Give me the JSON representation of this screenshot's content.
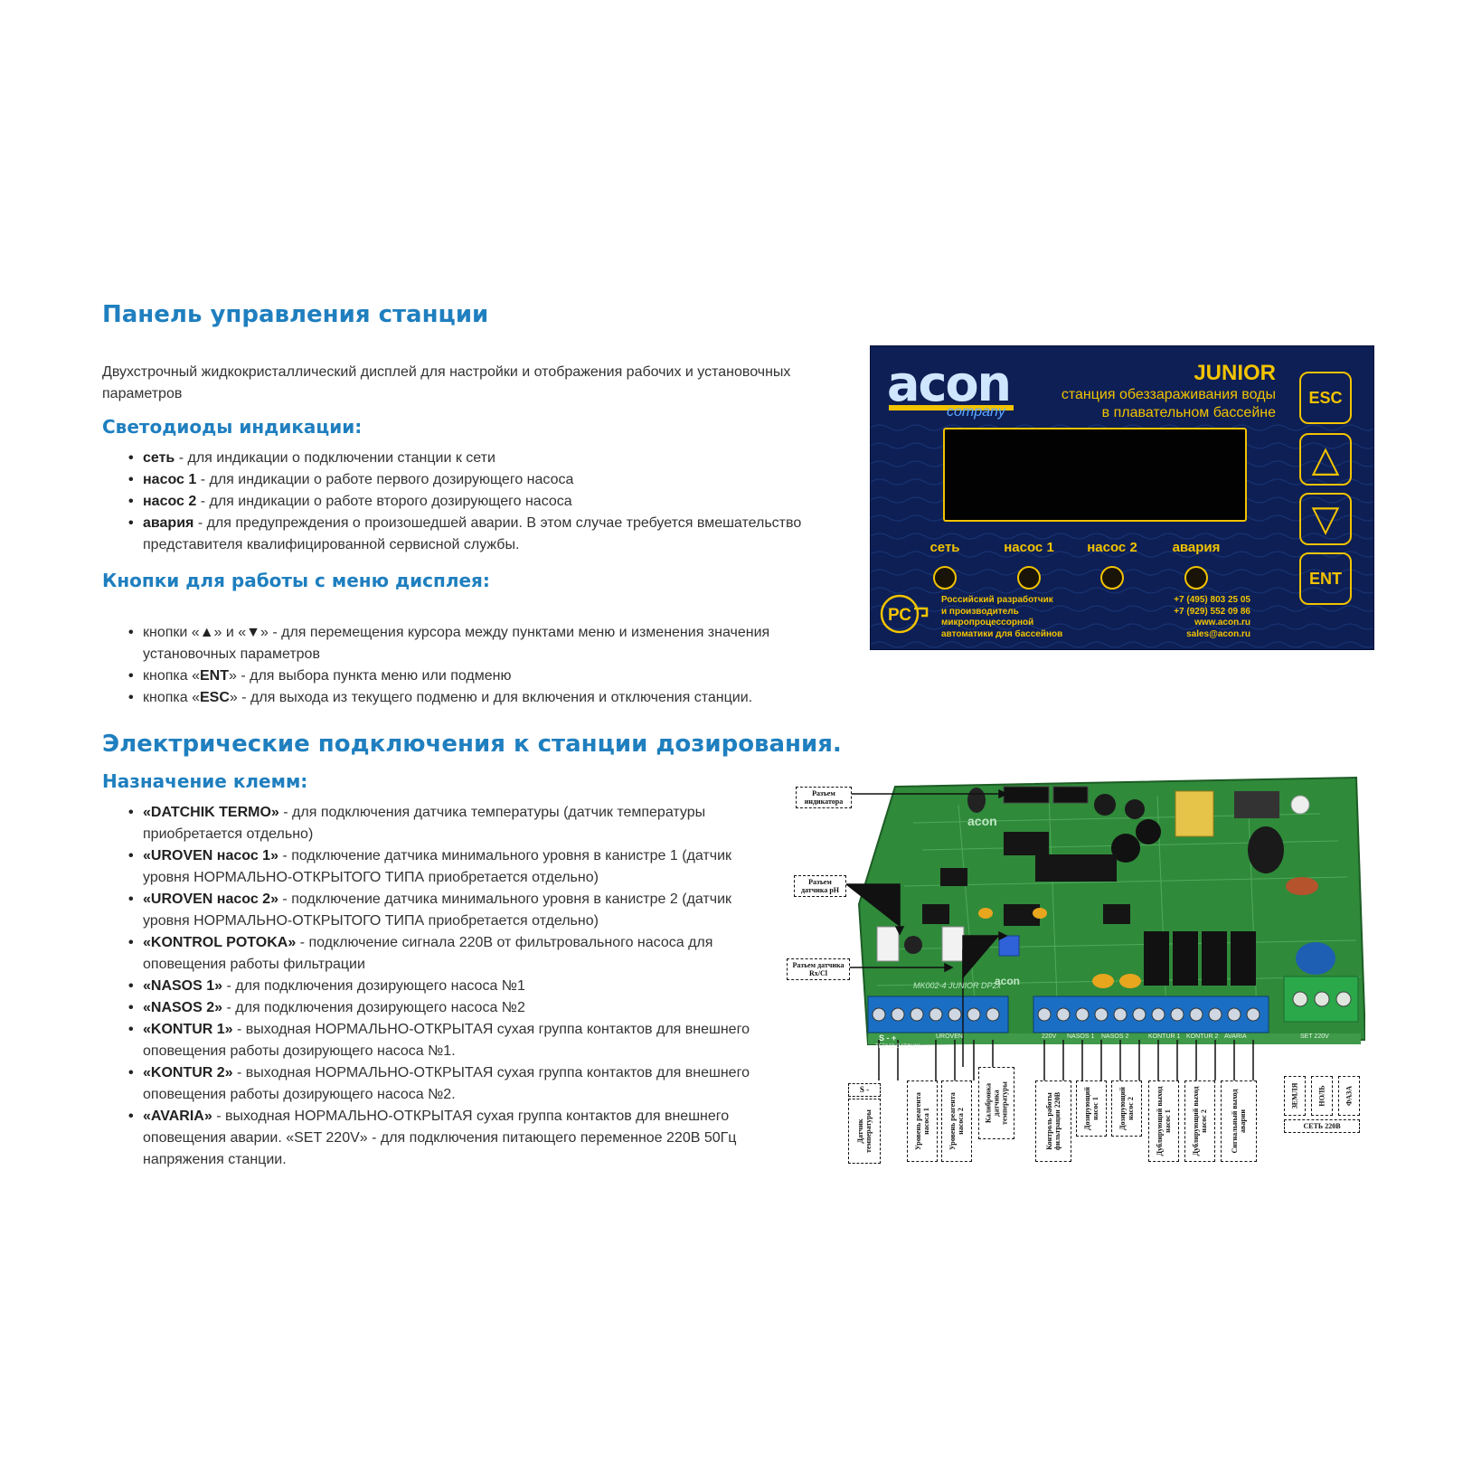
{
  "section1": {
    "title": "Панель управления станции",
    "intro": "Двухстрочный жидкокристаллический дисплей для настройки и отображения рабочих и установочных параметров",
    "leds_heading": "Светодиоды индикации:",
    "leds": [
      {
        "name": "сеть",
        "desc": " - для индикации о подключении станции к сети"
      },
      {
        "name": "насос 1",
        "desc": " - для индикации о работе первого дозирующего насоса"
      },
      {
        "name": "насос 2",
        "desc": " - для индикации о работе второго дозирующего насоса"
      },
      {
        "name": "авария",
        "desc": " - для предупреждения о произошедшей аварии. В этом случае требуется вмешательство представителя квалифицированной сервисной службы."
      }
    ],
    "buttons_heading": "Кнопки для работы с меню дисплея:",
    "buttons": [
      {
        "pre": "кнопки «",
        "b1": "▲",
        "mid": "» и «",
        "b2": "▼",
        "desc": "» - для перемещения курсора между пунктами меню и изменения значения установочных параметров"
      },
      {
        "pre": "кнопка «",
        "b1": "ENT",
        "mid": "",
        "b2": "",
        "desc": "» - для выбора пункта меню или подменю"
      },
      {
        "pre": "кнопка «",
        "b1": "ESC",
        "mid": "",
        "b2": "",
        "desc": "» - для выхода из текущего подменю и для включения и отключения станции."
      }
    ]
  },
  "section2": {
    "title": "Электрические подключения к станции дозирования.",
    "terminals_heading": "Назначение клемм:",
    "terminals": [
      {
        "name": "«DATCHIK TERMO»",
        "desc": " - для подключения датчика температуры (датчик температуры приобретается отдельно)"
      },
      {
        "name": "«UROVEN насос 1»",
        "desc": " - подключение датчика минимального уровня в канистре 1 (датчик уровня НОРМАЛЬНО-ОТКРЫТОГО ТИПА приобретается отдельно)"
      },
      {
        "name": "«UROVEN насос 2»",
        "desc": " - подключение датчика минимального уровня в канистре 2 (датчик уровня НОРМАЛЬНО-ОТКРЫТОГО ТИПА приобретается отдельно)"
      },
      {
        "name": "«KONTROL POTOKA»",
        "desc": " - подключение сигнала 220В от фильтровального насоса для оповещения работы фильтрации"
      },
      {
        "name": "«NASOS 1»",
        "desc": " - для подключения дозирующего насоса №1"
      },
      {
        "name": "«NASOS 2»",
        "desc": " - для подключения дозирующего насоса №2"
      },
      {
        "name": "«KONTUR 1»",
        "desc": " - выходная НОРМАЛЬНО-ОТКРЫТАЯ сухая группа контактов для внешнего оповещения работы дозирующего насоса №1."
      },
      {
        "name": "«KONTUR 2»",
        "desc": " - выходная НОРМАЛЬНО-ОТКРЫТАЯ сухая группа контактов для внешнего оповещения работы дозирующего насоса №2."
      },
      {
        "name": "«AVARIA»",
        "desc": " - выходная НОРМАЛЬНО-ОТКРЫТАЯ сухая группа контактов для внешнего оповещения аварии. «SET 220V» - для подключения питающего переменное 220В 50Гц напряжения станции."
      }
    ]
  },
  "panel": {
    "logo": "acon",
    "company": "company",
    "model": "JUNIOR",
    "subtitle_line1": "станция обеззараживания воды",
    "subtitle_line2": "в плавательном бассейне",
    "btn_esc": "ESC",
    "btn_up": "△",
    "btn_down": "▽",
    "btn_ent": "ENT",
    "led_labels": [
      "сеть",
      "насос 1",
      "насос 2",
      "авария"
    ],
    "cert_mark": "РС",
    "info_left": [
      "Российский разработчик",
      "и производитель",
      "микропроцессорной",
      "автоматики для бассейнов"
    ],
    "info_right": [
      "+7 (495)  803 25 05",
      "+7 (929)  552 09 86",
      "www.acon.ru",
      "sales@acon.ru"
    ],
    "colors": {
      "background": "#0d1f55",
      "accent": "#f2c300",
      "lcd": "#020202"
    }
  },
  "board": {
    "board_text": [
      "acon",
      "MK002-4  JUNIOR DP2x",
      "acon"
    ],
    "callouts": {
      "indicator": "Разъем индикатора",
      "ph": "Разъем датчика pH",
      "rxcl": "Разъем датчика Rx/Cl"
    },
    "bottom_callouts": [
      "Датчик температуры",
      "Уровень реагента насоса 1",
      "Уровень реагента насоса 2",
      "Калибровка датчика температуры",
      "Контроль работы фильтрации 220В",
      "Дозирующий насос 1",
      "Дозирующий насос 2",
      "Дублирующий выход насос 1",
      "Дублирующий выход насос 2",
      "Сигнальный выход аварии"
    ],
    "sm_label": "S  -",
    "power_labels": [
      "ЗЕМЛЯ",
      "НОЛЬ",
      "ФАЗА"
    ],
    "power_caption": "СЕТЬ 220В",
    "silk": [
      "S  -  +",
      "TERMO DATCHIK",
      "UROVEN",
      "220V",
      "NASOS 1",
      "NASOS 2",
      "KONTUR 1",
      "KONTUR 2",
      "AVARIA",
      "SET 220V"
    ],
    "colors": {
      "pcb": "#2f8a3a",
      "terminal_blue": "#1a6fc4",
      "terminal_green": "#2aa84a"
    }
  }
}
